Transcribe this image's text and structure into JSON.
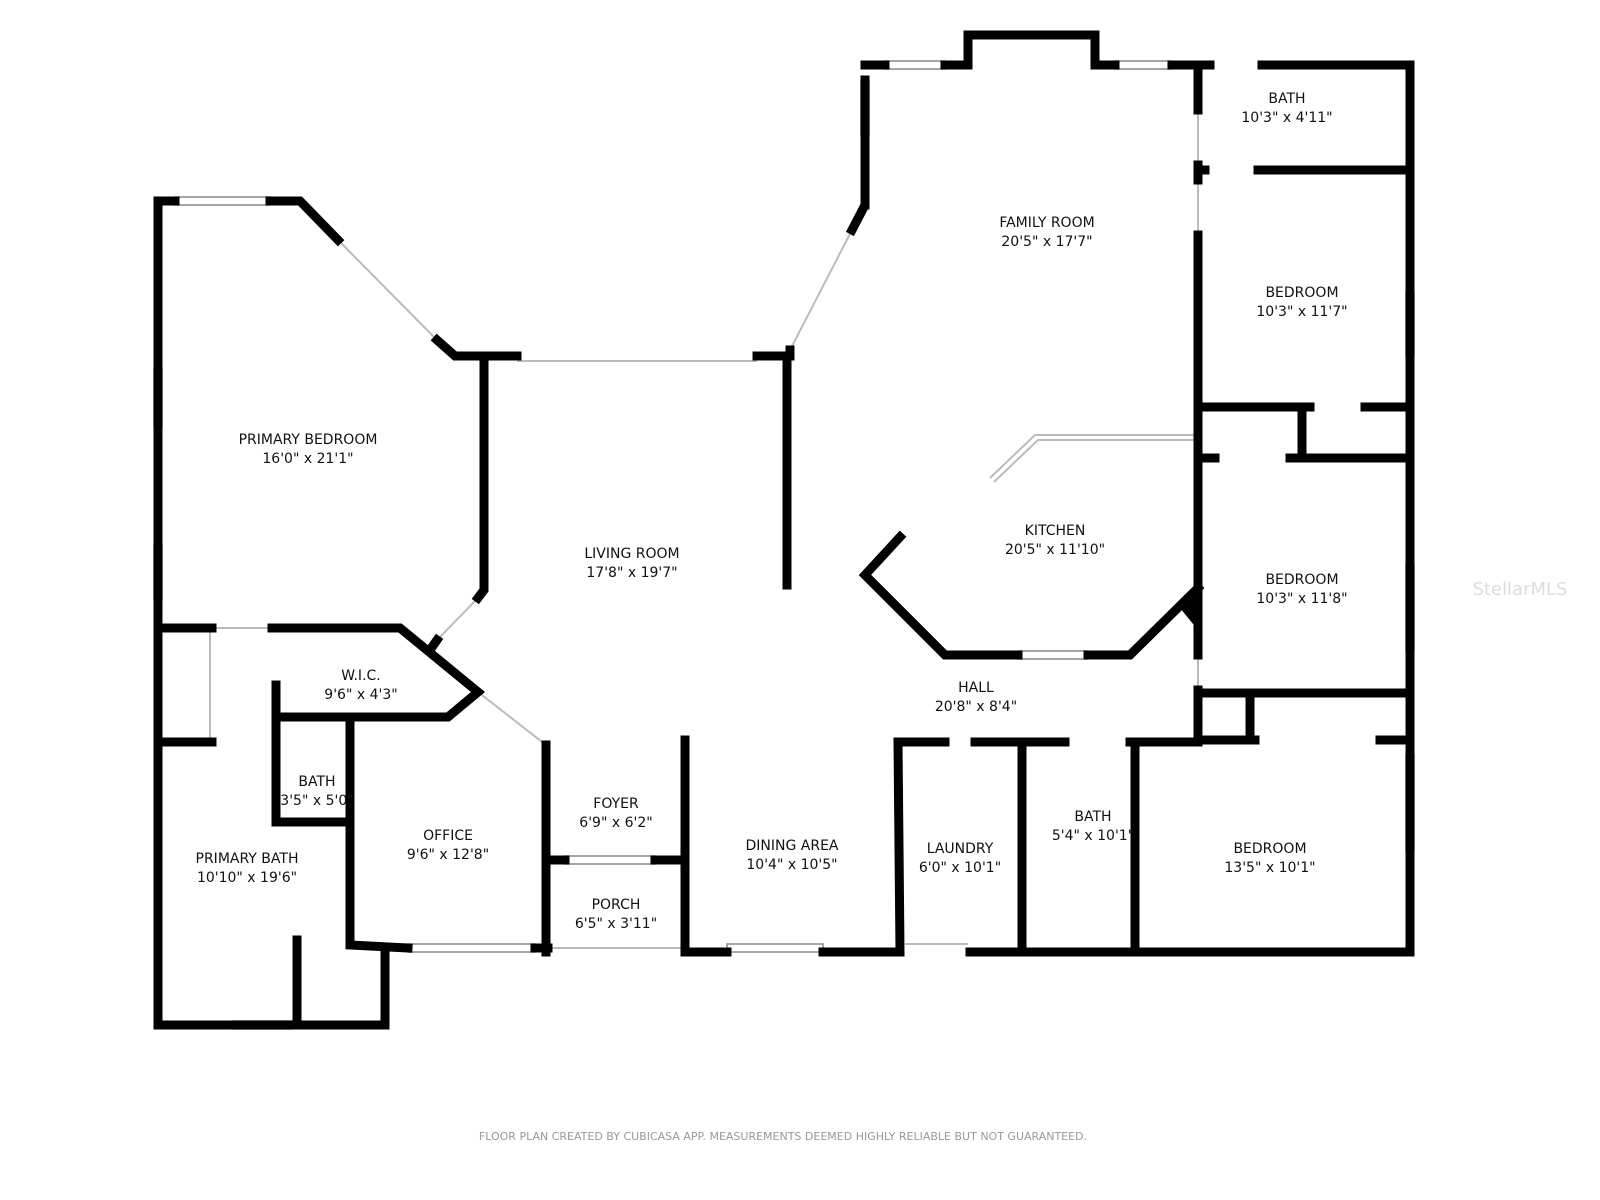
{
  "rooms": [
    {
      "name": "PRIMARY BEDROOM",
      "size": "16'0\" x 21'1\""
    },
    {
      "name": "LIVING ROOM",
      "size": "17'8\" x 19'7\""
    },
    {
      "name": "FAMILY ROOM",
      "size": "20'5\" x 17'7\""
    },
    {
      "name": "BATH",
      "size": "10'3\" x 4'11\""
    },
    {
      "name": "BEDROOM",
      "size": "10'3\" x 11'7\""
    },
    {
      "name": "KITCHEN",
      "size": "20'5\" x 11'10\""
    },
    {
      "name": "BEDROOM",
      "size": "10'3\" x 11'8\""
    },
    {
      "name": "W.I.C.",
      "size": "9'6\" x 4'3\""
    },
    {
      "name": "HALL",
      "size": "20'8\" x 8'4\""
    },
    {
      "name": "BATH",
      "size": "3'5\" x 5'0\""
    },
    {
      "name": "FOYER",
      "size": "6'9\" x 6'2\""
    },
    {
      "name": "OFFICE",
      "size": "9'6\" x 12'8\""
    },
    {
      "name": "PRIMARY BATH",
      "size": "10'10\" x 19'6\""
    },
    {
      "name": "DINING AREA",
      "size": "10'4\" x 10'5\""
    },
    {
      "name": "LAUNDRY",
      "size": "6'0\" x 10'1\""
    },
    {
      "name": "BATH",
      "size": "5'4\" x 10'1\""
    },
    {
      "name": "BEDROOM",
      "size": "13'5\" x 10'1\""
    },
    {
      "name": "PORCH",
      "size": "6'5\" x 3'11\""
    }
  ],
  "footer": "FLOOR PLAN CREATED BY CUBICASA APP. MEASUREMENTS DEEMED HIGHLY RELIABLE BUT NOT GUARANTEED.",
  "watermark": "StellarMLS"
}
